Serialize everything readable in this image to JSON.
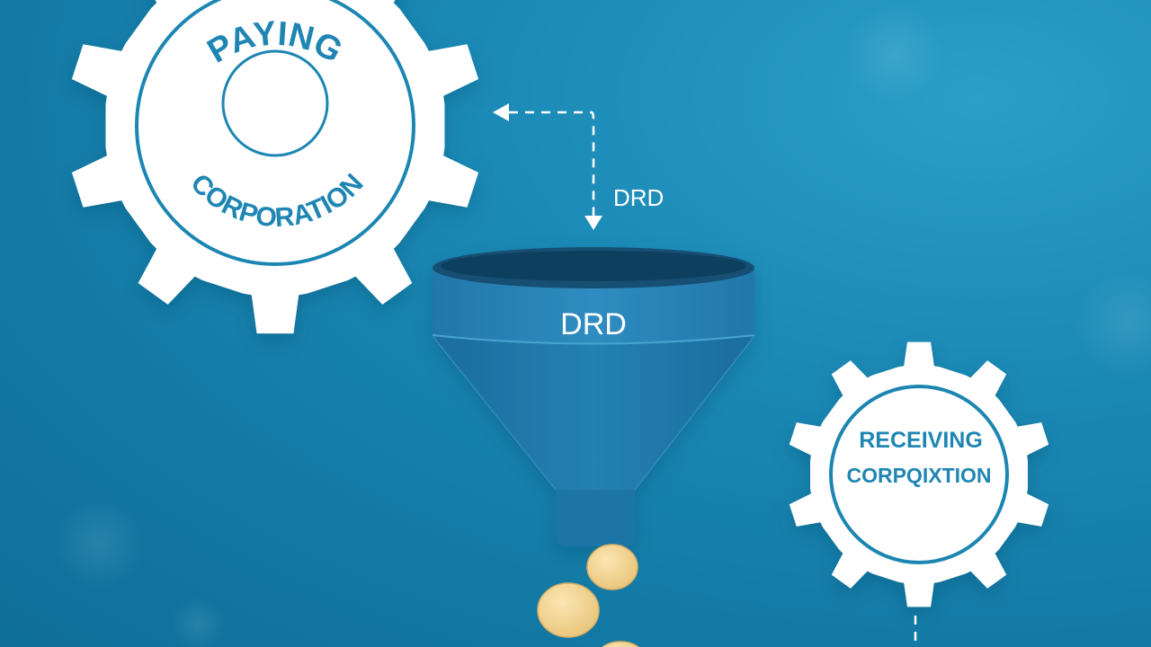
{
  "paying_gear": {
    "label_top": "PAYING",
    "label_bottom": "CORPORATION"
  },
  "receiving_gear": {
    "label_line1": "RECEIVING",
    "label_line2": "CORPQIXTION"
  },
  "funnel": {
    "label": "DRD"
  },
  "arrow": {
    "label": "DRD"
  },
  "colors": {
    "background": "#1b8ab6",
    "gear": "#ffffff",
    "gear_ring": "#1f86b3",
    "funnel": "#1f78aa",
    "coin": "#f2d38e"
  }
}
